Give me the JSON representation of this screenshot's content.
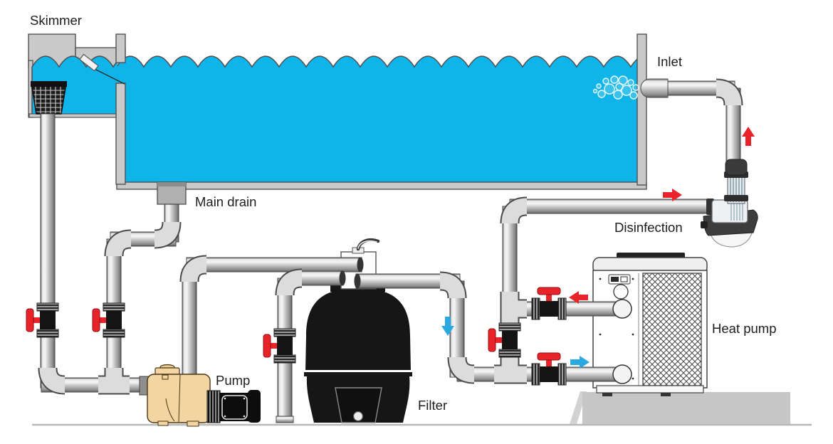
{
  "diagram": {
    "type": "pool-water-circulation-schematic",
    "labels": {
      "skimmer": "Skimmer",
      "inlet": "Inlet",
      "main_drain": "Main drain",
      "disinfection": "Disinfection",
      "heat_pump": "Heat pump",
      "pump": "Pump",
      "filter": "Filter"
    },
    "colors": {
      "water": "#0fb5e9",
      "wall": "#c9c9c9",
      "pipe_fitting": "#dcdcdc",
      "outline": "#4a4a4a",
      "valve_red": "#e8232a",
      "arrow_red": "#e8232a",
      "arrow_blue": "#2aa9e0",
      "pump_body": "#f3d5a1",
      "filter_body": "#161616",
      "concrete": "#c6c6c6",
      "ground": "#b8b8b8"
    },
    "components": [
      "pool",
      "skimmer",
      "main drain",
      "pump",
      "filter",
      "heat pump",
      "disinfection unit",
      "inlet",
      "valves",
      "piping"
    ],
    "flow_arrows": [
      {
        "color": "red",
        "direction": "up",
        "location": "riser to pool inlet"
      },
      {
        "color": "red",
        "direction": "right",
        "location": "pipe into disinfection"
      },
      {
        "color": "red",
        "direction": "left",
        "location": "heat pump outlet line"
      },
      {
        "color": "blue",
        "direction": "right",
        "location": "heat pump inlet line"
      },
      {
        "color": "blue",
        "direction": "down",
        "location": "filter outlet riser"
      }
    ]
  }
}
